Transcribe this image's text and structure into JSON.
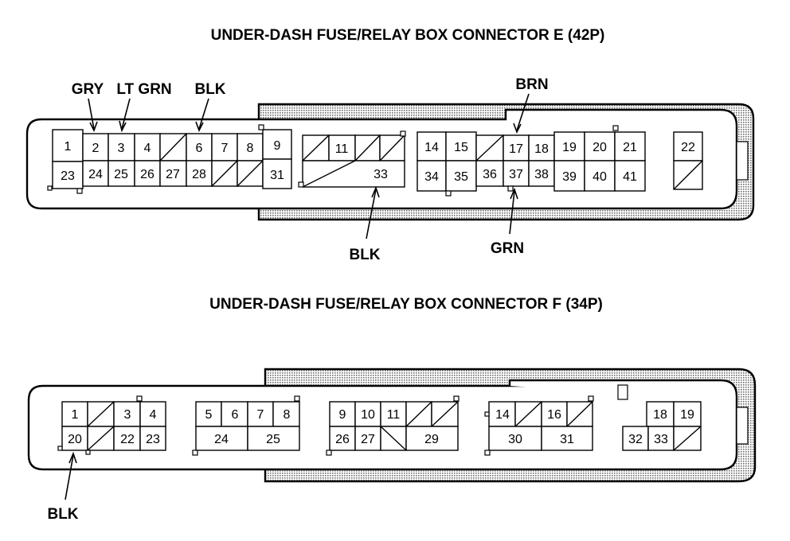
{
  "connector_e": {
    "title": "UNDER-DASH FUSE/RELAY BOX CONNECTOR E (42P)",
    "wires": {
      "gry": "GRY",
      "lt_grn": "LT GRN",
      "blk_top": "BLK",
      "brn": "BRN",
      "blk_bottom": "BLK",
      "grn": "GRN"
    },
    "pins_top": [
      "1",
      "2",
      "3",
      "4",
      "6",
      "7",
      "8",
      "9",
      "11",
      "14",
      "15",
      "17",
      "18",
      "19",
      "20",
      "21",
      "22"
    ],
    "pins_bottom": [
      "23",
      "24",
      "25",
      "26",
      "27",
      "28",
      "31",
      "33",
      "34",
      "35",
      "36",
      "37",
      "38",
      "39",
      "40",
      "41"
    ]
  },
  "connector_f": {
    "title": "UNDER-DASH FUSE/RELAY BOX CONNECTOR F (34P)",
    "wires": {
      "blk": "BLK"
    },
    "pins_top": [
      "1",
      "3",
      "4",
      "5",
      "6",
      "7",
      "8",
      "9",
      "10",
      "11",
      "14",
      "16",
      "18",
      "19"
    ],
    "pins_bottom": [
      "20",
      "22",
      "23",
      "24",
      "25",
      "26",
      "27",
      "29",
      "30",
      "31",
      "32",
      "33"
    ]
  },
  "colors": {
    "line": "#000000",
    "shading": "#9a9a9a",
    "background": "#ffffff"
  }
}
